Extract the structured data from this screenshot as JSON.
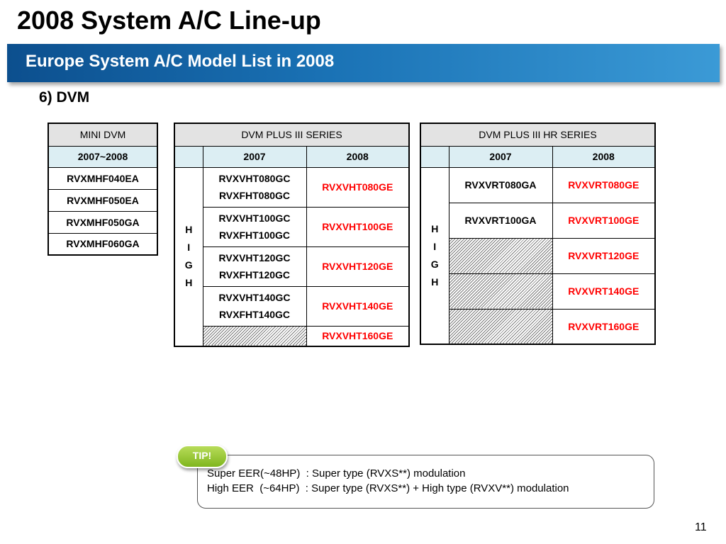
{
  "title": "2008 System A/C Line-up",
  "banner": "Europe System A/C Model List in 2008",
  "subtitle": "6) DVM",
  "mini": {
    "header": "MINI DVM",
    "years": "2007~2008",
    "rows": [
      "RVXMHF040EA",
      "RVXMHF050EA",
      "RVXMHF050GA",
      "RVXMHF060GA"
    ]
  },
  "plus3": {
    "header": "DVM PLUS III SERIES",
    "year1": "2007",
    "year2": "2008",
    "side": [
      "H",
      "I",
      "G",
      "H"
    ],
    "rows": [
      {
        "a": "RVXVHT080GC",
        "b": "RVXFHT080GC",
        "new": "RVXVHT080GE"
      },
      {
        "a": "RVXVHT100GC",
        "b": "RVXFHT100GC",
        "new": "RVXVHT100GE"
      },
      {
        "a": "RVXVHT120GC",
        "b": "RVXFHT120GC",
        "new": "RVXVHT120GE"
      },
      {
        "a": "RVXVHT140GC",
        "b": "RVXFHT140GC",
        "new": "RVXVHT140GE"
      },
      {
        "a": "",
        "b": "",
        "new": "RVXVHT160GE"
      }
    ]
  },
  "plus3hr": {
    "header": "DVM PLUS III HR SERIES",
    "year1": "2007",
    "year2": "2008",
    "side": [
      "H",
      "I",
      "G",
      "H"
    ],
    "rows": [
      {
        "old": "RVXVRT080GA",
        "new": "RVXVRT080GE"
      },
      {
        "old": "RVXVRT100GA",
        "new": "RVXVRT100GE"
      },
      {
        "old": "",
        "new": "RVXVRT120GE"
      },
      {
        "old": "",
        "new": "RVXVRT140GE"
      },
      {
        "old": "",
        "new": "RVXVRT160GE"
      }
    ]
  },
  "tip": {
    "badge": "TIP!",
    "line1": "Super EER(~48HP)  : Super type (RVXS**) modulation",
    "line2": "High EER  (~64HP)  : Super type (RVXS**) + High type (RVXV**) modulation"
  },
  "page_number": "11"
}
